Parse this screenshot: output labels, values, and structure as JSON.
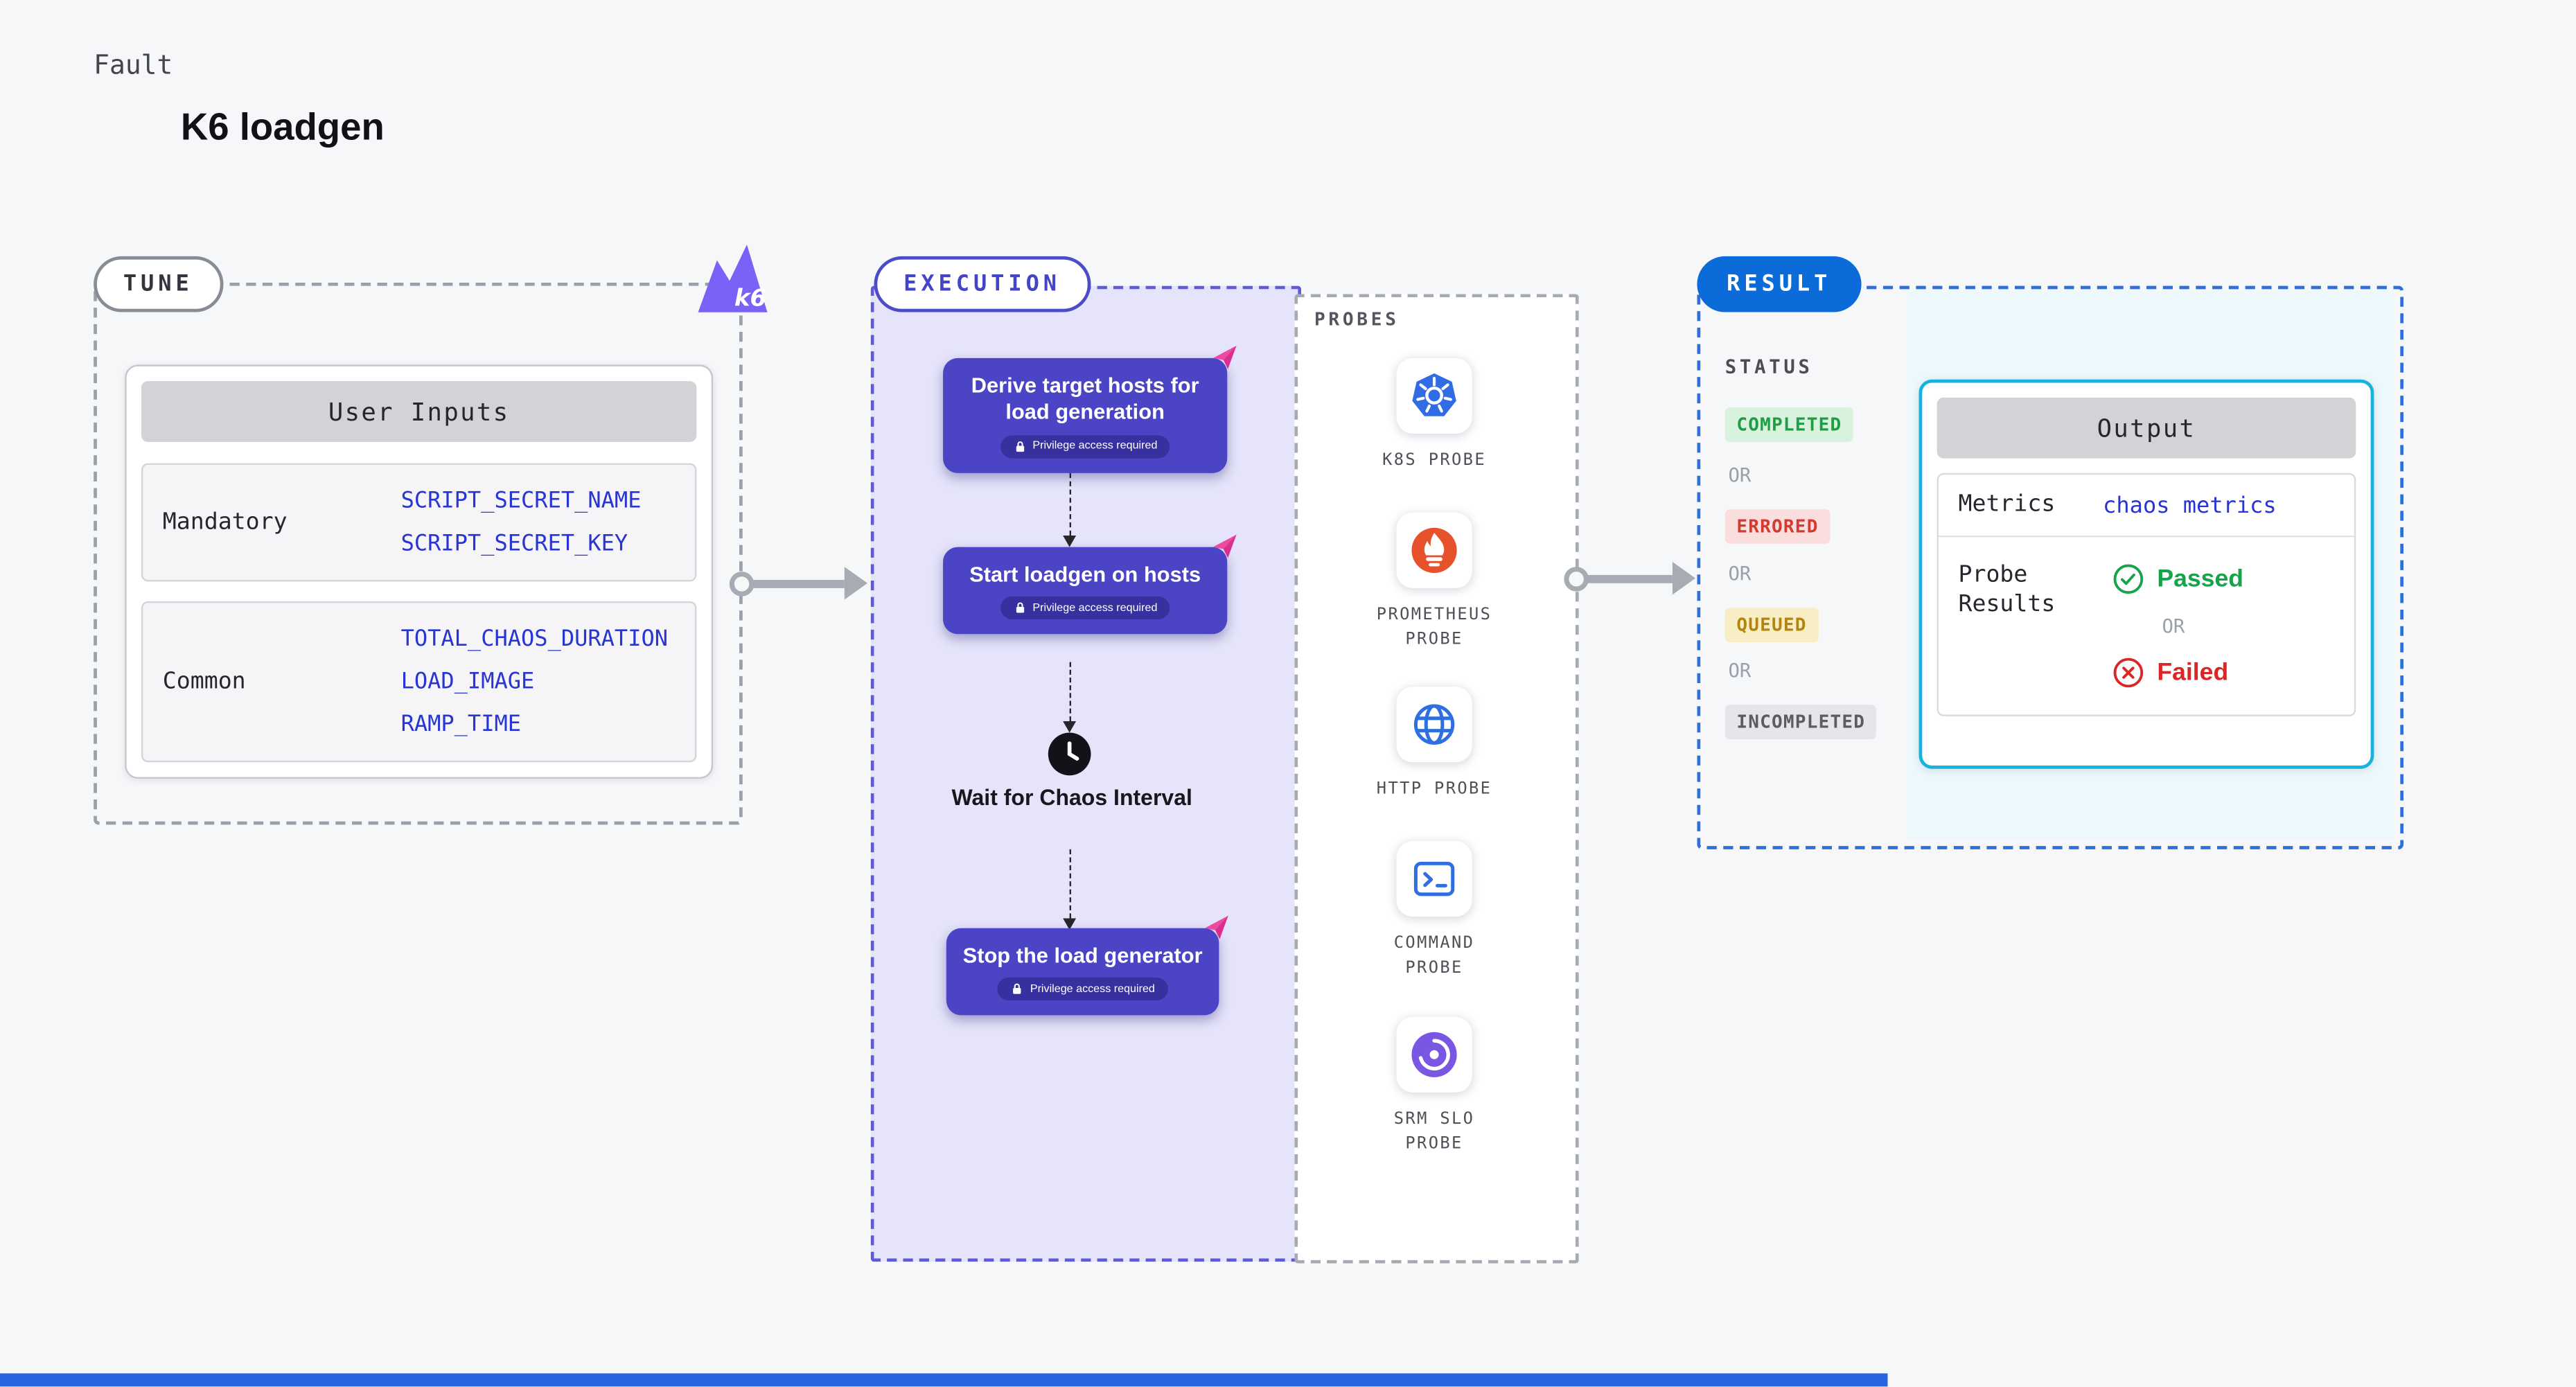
{
  "header": {
    "kind": "Fault",
    "title": "K6 loadgen"
  },
  "tune": {
    "label": "TUNE",
    "logo_text": "k6",
    "table": {
      "header": "User Inputs",
      "rows": [
        {
          "label": "Mandatory",
          "values": [
            "SCRIPT_SECRET_NAME",
            "SCRIPT_SECRET_KEY"
          ]
        },
        {
          "label": "Common",
          "values": [
            "TOTAL_CHAOS_DURATION",
            "LOAD_IMAGE",
            "RAMP_TIME"
          ]
        }
      ]
    }
  },
  "execution": {
    "label": "EXECUTION",
    "privilege_badge": "Privilege access required",
    "steps": [
      {
        "title": "Derive target hosts for load generation"
      },
      {
        "title": "Start loadgen on hosts"
      },
      {
        "title": "Stop the load generator"
      }
    ],
    "wait_step": "Wait for Chaos Interval"
  },
  "probes": {
    "label": "PROBES",
    "items": [
      {
        "name": "K8S PROBE",
        "icon": "kubernetes-icon"
      },
      {
        "name": "PROMETHEUS PROBE",
        "icon": "prometheus-icon"
      },
      {
        "name": "HTTP PROBE",
        "icon": "http-globe-icon"
      },
      {
        "name": "COMMAND PROBE",
        "icon": "command-terminal-icon"
      },
      {
        "name": "SRM SLO PROBE",
        "icon": "srm-slo-icon"
      }
    ]
  },
  "result": {
    "label": "RESULT",
    "status": {
      "label": "STATUS",
      "or_label": "OR",
      "badges": [
        {
          "text": "COMPLETED",
          "type": "success",
          "color": "#1e9e44"
        },
        {
          "text": "ERRORED",
          "type": "error",
          "color": "#d23b31"
        },
        {
          "text": "QUEUED",
          "type": "warning",
          "color": "#b3850c"
        },
        {
          "text": "INCOMPLETED",
          "type": "neutral",
          "color": "#5a5b64"
        }
      ]
    },
    "output": {
      "header": "Output",
      "metrics_label": "Metrics",
      "metrics_value": "chaos metrics",
      "probe_results_label": "Probe Results",
      "passed_label": "Passed",
      "or_label": "OR",
      "failed_label": "Failed"
    }
  },
  "colors": {
    "step_purple": "#4b45c6",
    "k6_purple": "#7b62f6",
    "result_blue": "#0b6bd9",
    "output_border_cyan": "#17b3de",
    "success_green": "#16a34a",
    "failure_red": "#dc2626",
    "pink_accent": "#ef4aa2",
    "kubernetes_blue": "#326ce5",
    "prometheus_orange": "#e6522c",
    "bottom_bar_blue": "#2764e0"
  }
}
